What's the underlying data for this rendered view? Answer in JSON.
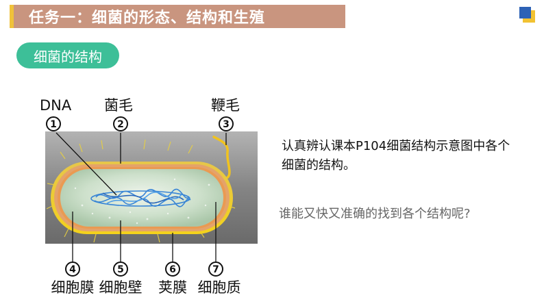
{
  "title": "任务一：细菌的形态、结构和生殖",
  "section": "细菌的结构",
  "labels": {
    "dna": "DNA",
    "pili": "菌毛",
    "flagellum": "鞭毛",
    "membrane": "细胞膜",
    "wall": "细胞壁",
    "capsule": "荚膜",
    "cytoplasm": "细胞质"
  },
  "markers": [
    "①",
    "②",
    "③",
    "④",
    "⑤",
    "⑥",
    "⑦"
  ],
  "instruction": "认真辨认课本P104细菌结构示意图中各个细菌的结构。",
  "question": "谁能又快又准确的找到各个结构呢?",
  "colors": {
    "title_bg": "#c9957f",
    "accent": "#f0c23a",
    "section_bg": "#3dbf98",
    "deco_blue": "#2d62b6"
  }
}
